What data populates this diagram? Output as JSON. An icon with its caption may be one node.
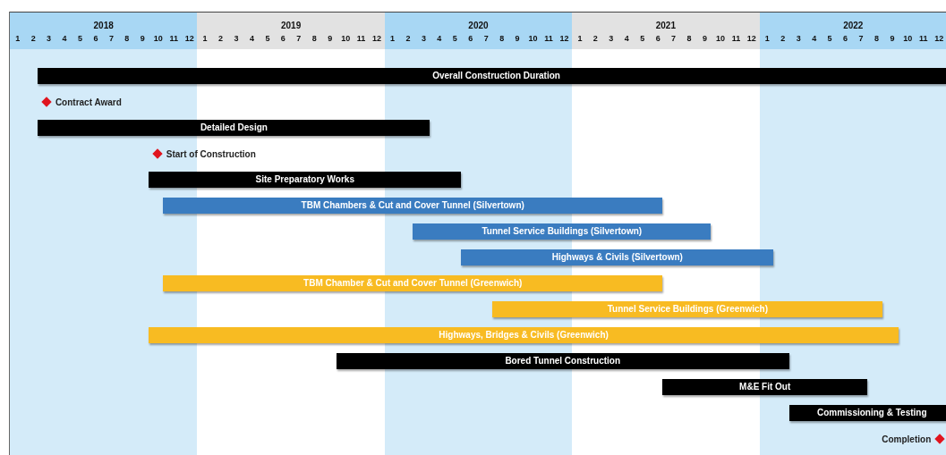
{
  "diagram": {
    "nodes": [
      {
        "text": [
          "Overall Construction Duration"
        ]
      },
      {
        "text": [
          "Contract Award"
        ]
      },
      {
        "text": [
          "Detailed Design"
        ]
      },
      {
        "text": [
          "Start of Construction"
        ]
      },
      {
        "text": [
          "Site Preparatory Works"
        ]
      },
      {
        "text": [
          "TBM Chambers & Cut and Cover Tunnel (Silvertown)"
        ]
      },
      {
        "text": [
          "Tunnel Service Buildings (Silvertown)"
        ]
      },
      {
        "text": [
          "Highways & Civils (Silvertown)"
        ]
      },
      {
        "text": [
          "TBM Chamber & Cut and Cover Tunnel (Greenwich)"
        ]
      },
      {
        "text": [
          "Tunnel Service Buildings (Greenwich)"
        ]
      },
      {
        "text": [
          "Highways, Bridges & Civils (Greenwich)"
        ]
      },
      {
        "text": [
          "Bored Tunnel Construction"
        ]
      },
      {
        "text": [
          "M&E Fit Out"
        ]
      },
      {
        "text": [
          "Commissioning & Testing"
        ]
      },
      {
        "text": [
          "Completion"
        ]
      }
    ],
    "labels": [
      "2018",
      "2019",
      "2020",
      "2021",
      "2022",
      "1",
      "2",
      "3",
      "4",
      "5",
      "6",
      "7",
      "8",
      "9",
      "10",
      "11",
      "12",
      "1",
      "2",
      "3",
      "4",
      "5",
      "6",
      "7",
      "8",
      "9",
      "10",
      "11",
      "12",
      "1",
      "2",
      "3",
      "4",
      "5",
      "6",
      "7",
      "8",
      "9",
      "10",
      "11",
      "12",
      "1",
      "2",
      "3",
      "4",
      "5",
      "6",
      "7",
      "8",
      "9",
      "10",
      "11",
      "12",
      "1",
      "2",
      "3",
      "4",
      "5",
      "6",
      "7",
      "8",
      "9",
      "10",
      "11",
      "12"
    ]
  }
}
